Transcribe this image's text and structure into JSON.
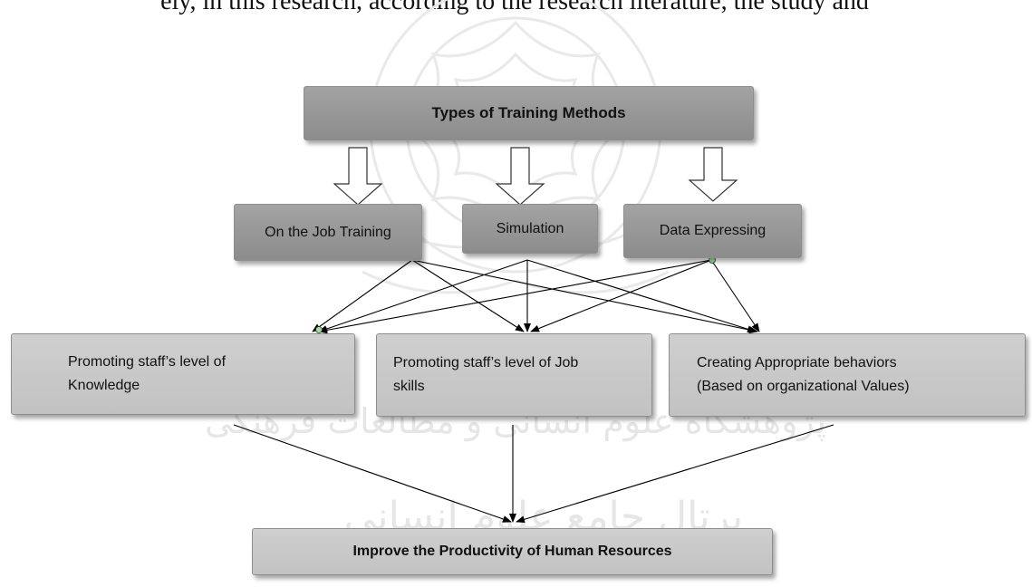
{
  "page_text": {
    "top_line": "ely, in this research, according to the research literature, the study and"
  },
  "watermark": {
    "text_line1": "پژوهشگاه علوم انسانی و مطالعات فرهنگی",
    "text_line2": "پرتال جامع علوم انسانی"
  },
  "diagram": {
    "title": "Types of Training Methods",
    "methods": [
      "On the Job Training",
      "Simulation",
      "Data Expressing"
    ],
    "outcomes": [
      {
        "line1": "Promoting staff’s level of",
        "line2": "Knowledge"
      },
      {
        "line1": "Promoting staff’s level of Job",
        "line2": "skills"
      },
      {
        "line1": "Creating Appropriate behaviors",
        "line2": "(Based on organizational Values)"
      }
    ],
    "result": "Improve the Productivity of Human Resources"
  }
}
